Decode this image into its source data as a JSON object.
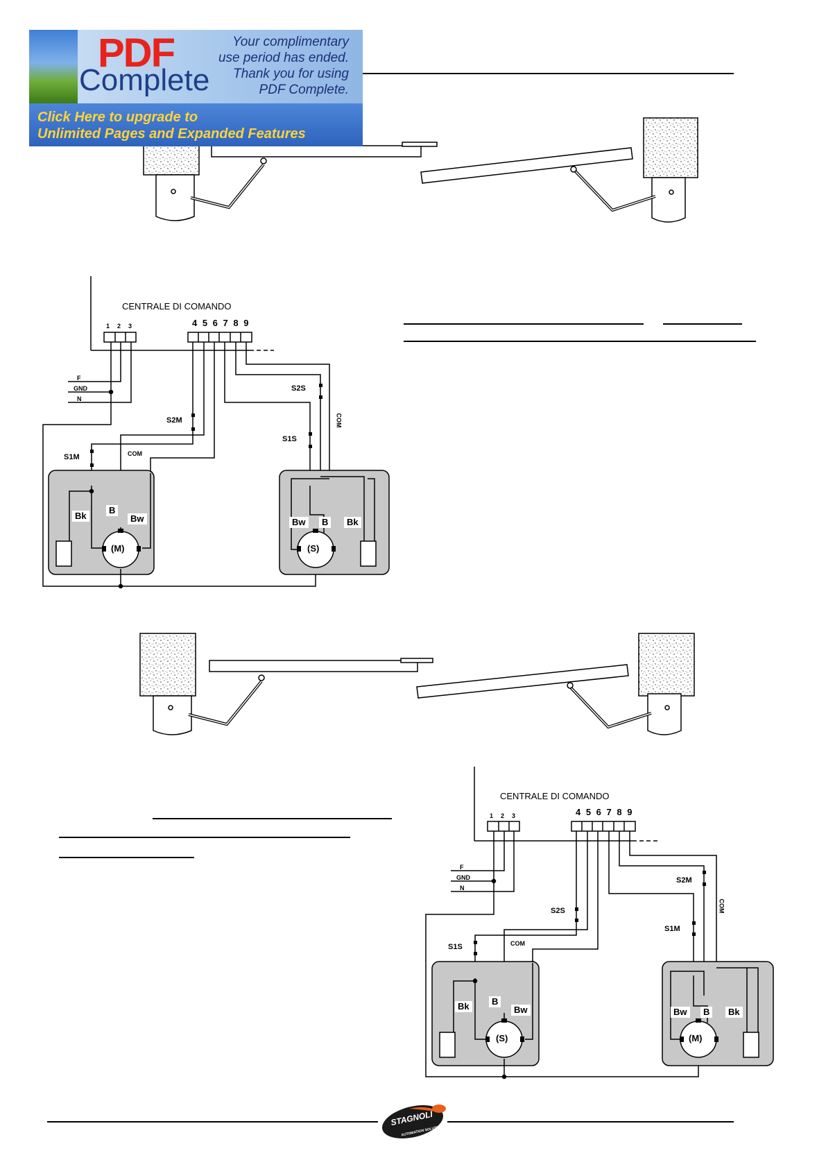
{
  "banner": {
    "brand_line1": "PDF",
    "brand_line2": "Complete",
    "message_lines": [
      "Your complimentary",
      "use period has ended.",
      "Thank you for using",
      "PDF Complete."
    ],
    "cta_line1": "Click Here to upgrade to",
    "cta_line2": "Unlimited Pages and Expanded Features"
  },
  "diagram1": {
    "title": "CENTRALE DI COMANDO",
    "terminals_left": [
      "1",
      "2",
      "3"
    ],
    "terminals_right": "4 5 6 7 8 9",
    "power": [
      "F",
      "GND",
      "N"
    ],
    "switches": [
      "S2S",
      "S1S",
      "S2M",
      "S1M"
    ],
    "com": "COM",
    "com_vertical": "COM",
    "motor_left": {
      "symbol": "(M)",
      "labels": [
        "Bk",
        "B",
        "Bw"
      ]
    },
    "motor_right": {
      "symbol": "(S)",
      "labels": [
        "Bw",
        "B",
        "Bk"
      ]
    }
  },
  "diagram2": {
    "title": "CENTRALE DI COMANDO",
    "terminals_left": [
      "1",
      "2",
      "3"
    ],
    "terminals_right": "4 5 6 7 8 9",
    "power": [
      "F",
      "GND",
      "N"
    ],
    "switches": [
      "S2S",
      "S1S",
      "S2M",
      "S1M"
    ],
    "com": "COM",
    "com_vertical": "COM",
    "motor_left": {
      "symbol": "(S)",
      "labels": [
        "Bk",
        "B",
        "Bw"
      ]
    },
    "motor_right": {
      "symbol": "(M)",
      "labels": [
        "Bw",
        "B",
        "Bk"
      ]
    }
  },
  "footer": {
    "logo_text": "STAGNOLI",
    "logo_sub": "AUTOMATION SOLUTIONS"
  }
}
